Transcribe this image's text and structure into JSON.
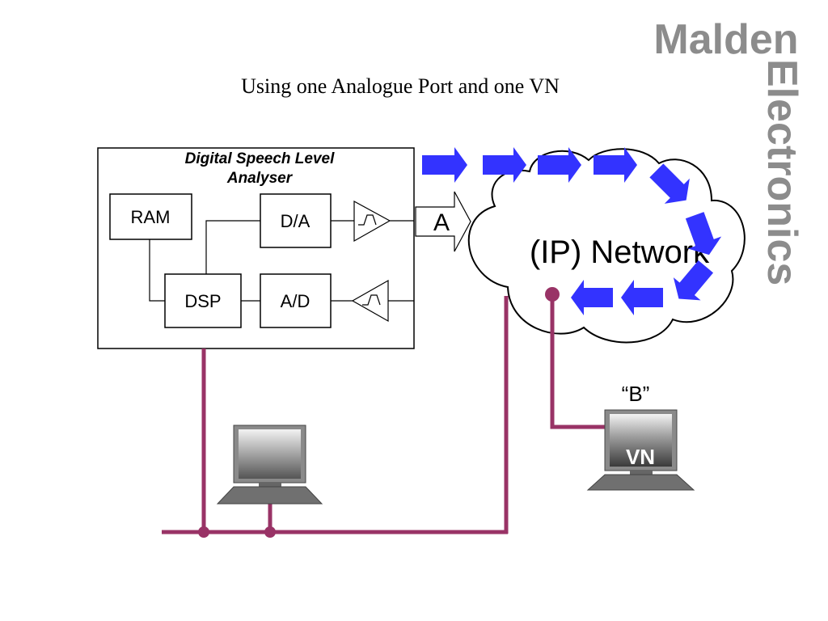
{
  "slide": {
    "title": "Using one Analogue Port and one VN"
  },
  "brand": {
    "name_line1": "Malden",
    "name_line2": "Electronics",
    "color": "#8c8c8c"
  },
  "analyser": {
    "title_line1": "Digital Speech Level",
    "title_line2": "Analyser",
    "blocks": {
      "ram": "RAM",
      "dsp": "DSP",
      "da": "D/A",
      "ad": "A/D"
    }
  },
  "port_label": "A",
  "network_label": "(IP) Network",
  "remote": {
    "label": "“B”",
    "screen_text": "VN"
  },
  "icons": {
    "amplifier_out": "amplifier-icon",
    "amplifier_in": "amplifier-icon",
    "computer_local": "laptop-icon",
    "computer_remote": "laptop-icon",
    "flow_arrows": "arrow-right-icon"
  },
  "colors": {
    "cable": "#993366",
    "flow_arrow": "#3333ff",
    "outline": "#000000"
  }
}
